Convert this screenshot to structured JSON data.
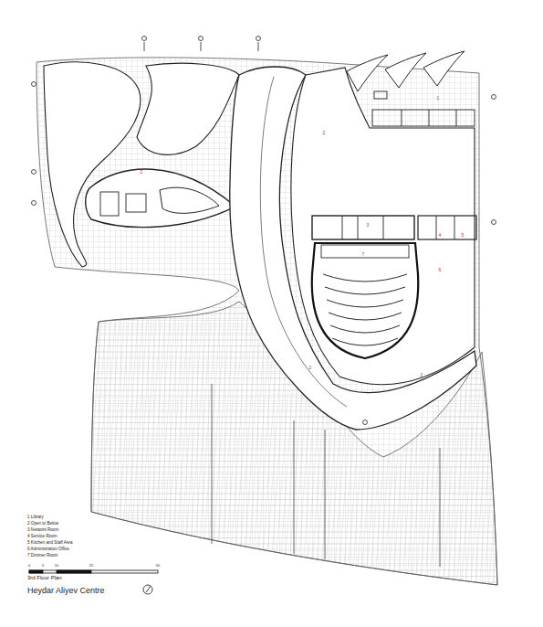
{
  "diagram": {
    "title": "Heydar Aliyev Centre",
    "labels": [
      "1",
      "2",
      "2",
      "3",
      "4",
      "5",
      "6",
      "7",
      "2",
      "2",
      "1 Library",
      "2 Open to Below",
      "3 Network Room",
      "4 Service Room",
      "5 Kitchen and Staff Area",
      "6 Administration Office",
      "7 Dimmer Room",
      "0",
      "5",
      "10",
      "25",
      "50",
      "3rd Floor Plan"
    ]
  }
}
